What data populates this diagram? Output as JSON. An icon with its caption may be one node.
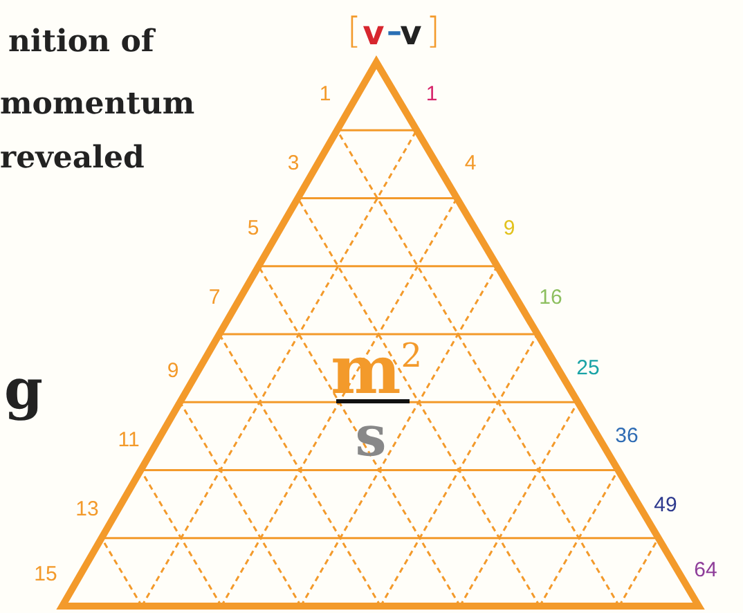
{
  "diagram": {
    "labels": [
      "nition of",
      "[",
      "v",
      "–",
      "v",
      "]",
      "1",
      "1",
      "momentum",
      "3",
      "4",
      "revealed",
      "5",
      "9",
      "7",
      "16",
      "m$^{2}$",
      "9",
      "25",
      "g",
      "s",
      "11",
      "36",
      "13",
      "49",
      "15",
      "64"
    ]
  }
}
